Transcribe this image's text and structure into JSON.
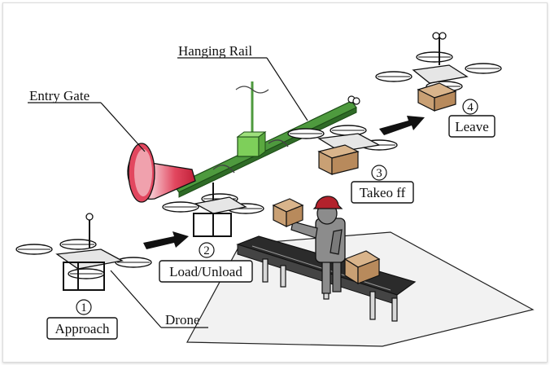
{
  "diagram": {
    "labels": {
      "hanging_rail": "Hanging Rail",
      "entry_gate": "Entry Gate",
      "drone": "Drone"
    },
    "steps": [
      {
        "number": "1",
        "label": "Approach"
      },
      {
        "number": "2",
        "label": "Load/Unload"
      },
      {
        "number": "3",
        "label": "Takeo ff"
      },
      {
        "number": "4",
        "label": "Leave"
      }
    ],
    "colors": {
      "rail": "#4e9a3e",
      "rail_dark": "#2f6b27",
      "hanger_box": "#7ecf5a",
      "gate": "#d8304a",
      "cap": "#b3222c",
      "parcel": "#c9a074",
      "belt": "#2b2b2b",
      "floor": "#f2f2f2",
      "worker": "#8c8c8c"
    }
  }
}
